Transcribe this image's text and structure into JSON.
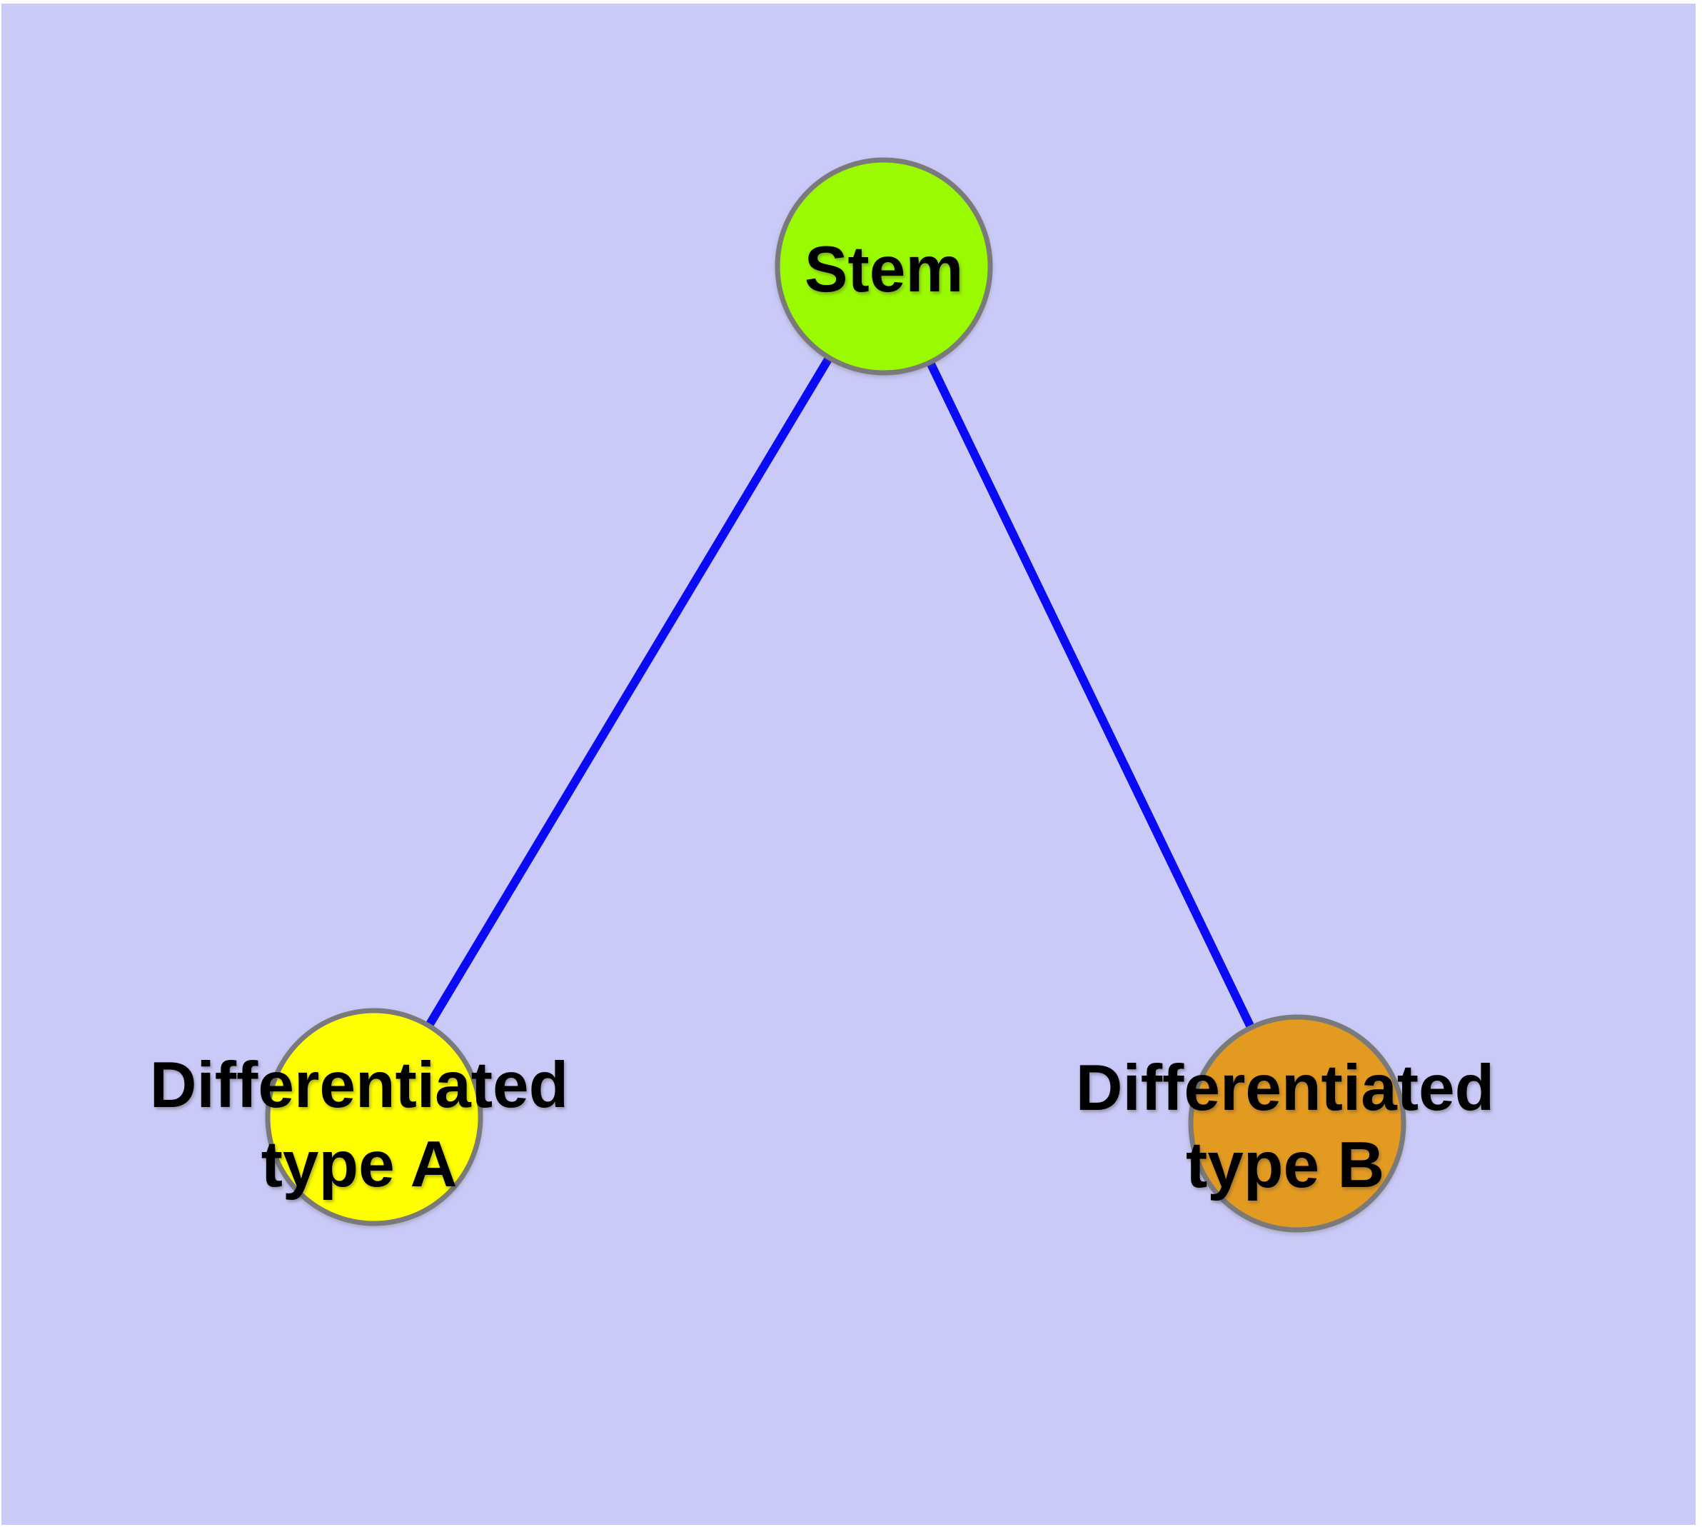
{
  "canvas": {
    "outer_background": "#ffffff",
    "background_color": "#cacaf8"
  },
  "graph": {
    "edge_color": "#0a0af5",
    "node_border_color": "#7a7a7a",
    "label_color": "#000000",
    "nodes": [
      {
        "id": "stem",
        "label": "Stem",
        "line1": "Stem",
        "line2": "",
        "fill": "#9afb00"
      },
      {
        "id": "differentiated-type-a",
        "label": "Differentiated type A",
        "line1": "Differentiated",
        "line2": "type A",
        "fill": "#ffff00"
      },
      {
        "id": "differentiated-type-b",
        "label": "Differentiated type B",
        "line1": "Differentiated",
        "line2": "type B",
        "fill": "#e39a20"
      }
    ],
    "edges": [
      {
        "from": "Stem",
        "to": "Differentiated type A"
      },
      {
        "from": "Stem",
        "to": "Differentiated type B"
      }
    ]
  }
}
